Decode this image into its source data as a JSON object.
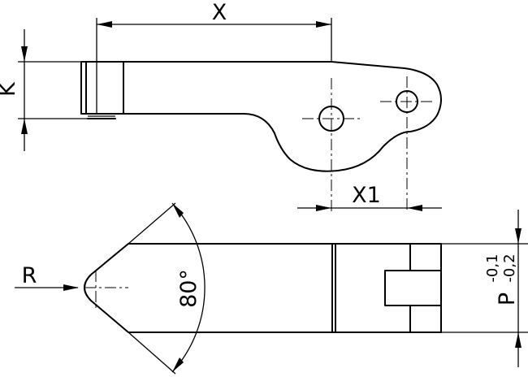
{
  "drawing": {
    "dimensions": {
      "x": "X",
      "k": "K",
      "x1": "X1",
      "r": "R",
      "angle": "80°",
      "p": "P",
      "p_upper_tol": "-0,1",
      "p_lower_tol": "-0,2"
    },
    "colors": {
      "line": "#000000",
      "background": "#ffffff"
    }
  }
}
